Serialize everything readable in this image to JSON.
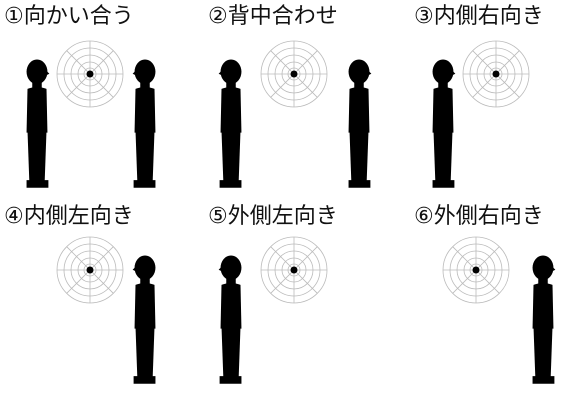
{
  "panels": [
    {
      "label": "①向かい合う",
      "left_figure": "facing-right",
      "right_figure": "facing-left"
    },
    {
      "label": "②背中合わせ",
      "left_figure": "facing-left",
      "right_figure": "facing-right"
    },
    {
      "label": "③内側右向き",
      "left_figure": "facing-right",
      "right_figure": ""
    },
    {
      "label": "④内側左向き",
      "left_figure": "",
      "right_figure": "facing-left"
    },
    {
      "label": "⑤外側左向き",
      "left_figure": "facing-left",
      "right_figure": ""
    },
    {
      "label": "⑥外側右向き",
      "left_figure": "",
      "right_figure": "facing-right"
    }
  ],
  "colors": {
    "silhouette": "#000000",
    "target_line": "#bbbbbb",
    "target_dot": "#000000"
  }
}
